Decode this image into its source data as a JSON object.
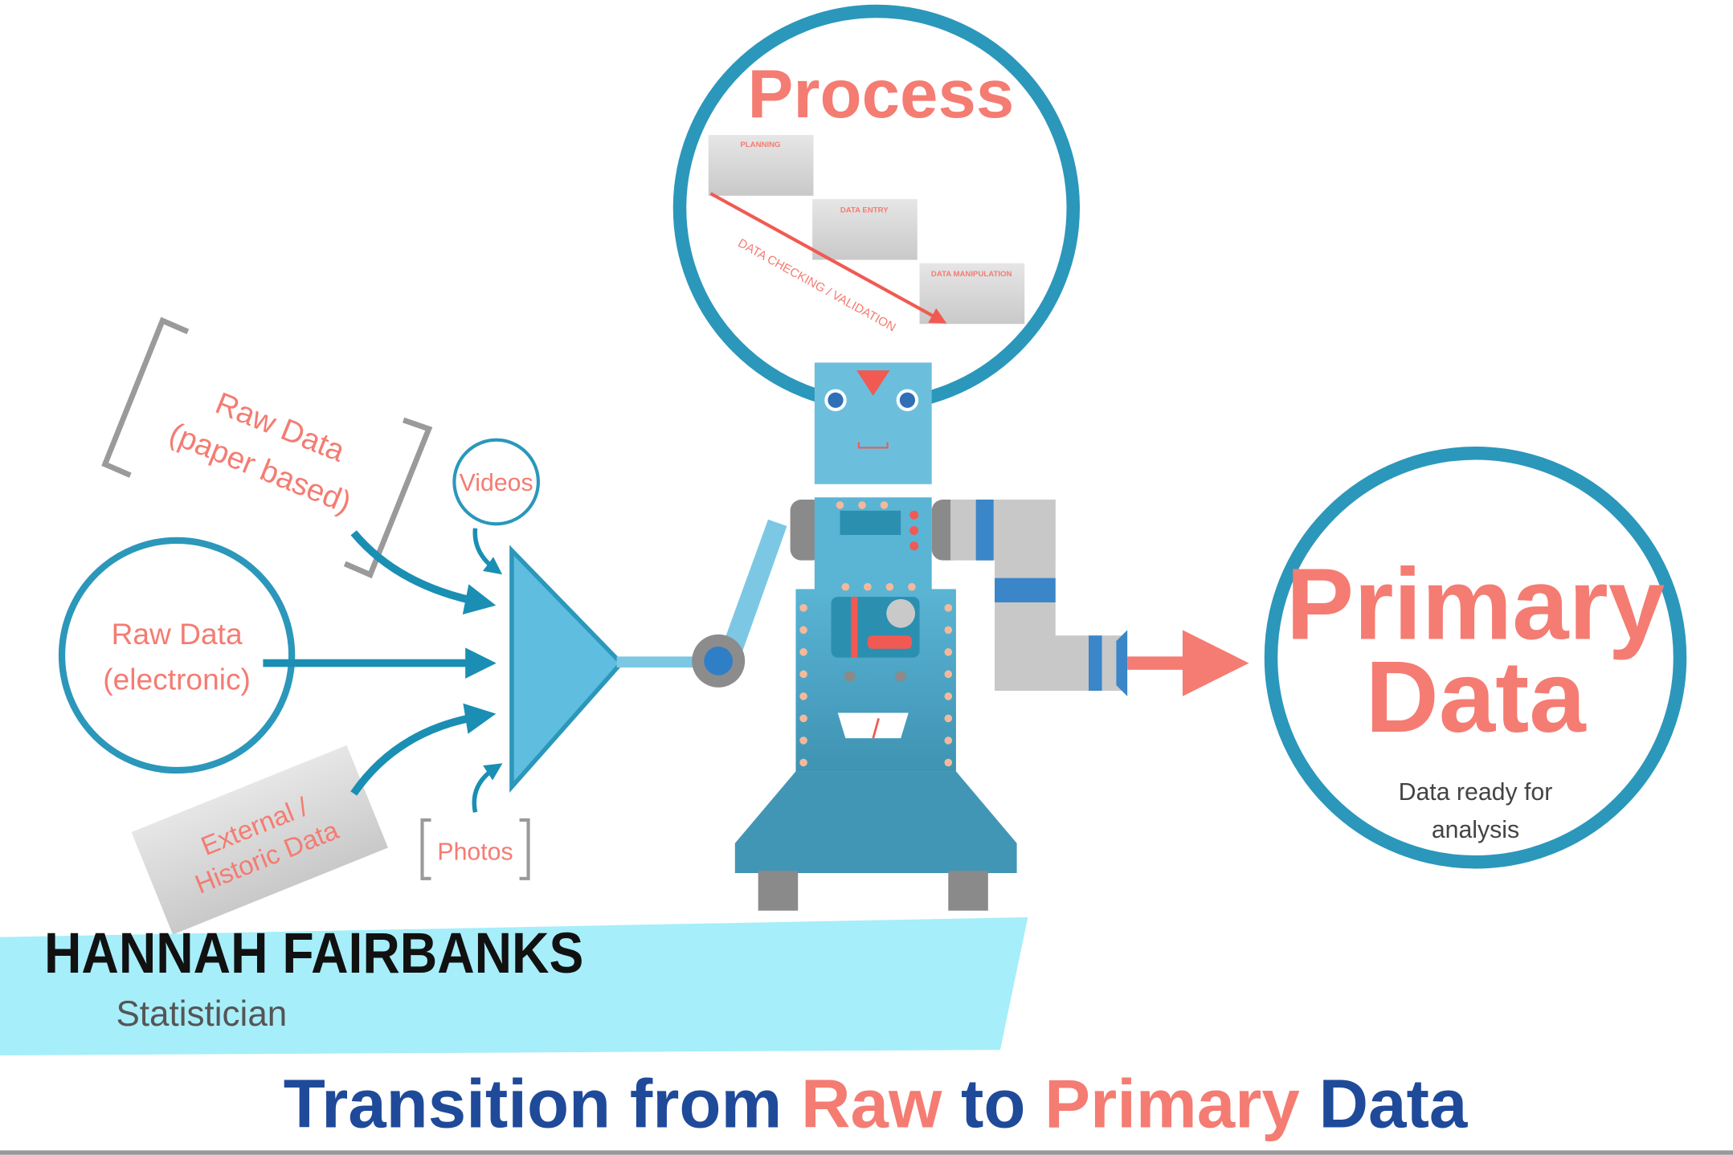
{
  "colors": {
    "teal": "#2b97bb",
    "salmon": "#f47c72",
    "navy": "#1f4a9a",
    "banner": "#a6eefa",
    "robot": "#4aa9cc"
  },
  "process": {
    "title": "Process",
    "cards": [
      "PLANNING",
      "DATA ENTRY",
      "DATA MANIPULATION"
    ],
    "arrow_label": "DATA CHECKING / VALIDATION"
  },
  "inputs": {
    "paper_line1": "Raw Data",
    "paper_line2": "(paper based)",
    "electronic_line1": "Raw Data",
    "electronic_line2": "(electronic)",
    "videos": "Videos",
    "photos": "Photos",
    "external_line1": "External /",
    "external_line2": "Historic Data"
  },
  "output": {
    "line1": "Primary",
    "line2": "Data",
    "caption_line1": "Data ready for",
    "caption_line2": "analysis"
  },
  "presenter": {
    "name": "HANNAH FAIRBANKS",
    "role": "Statistician"
  },
  "title": {
    "part1": "Transition from ",
    "part2": "Raw",
    "part3": " to ",
    "part4": "Primary",
    "part5": " Data"
  }
}
